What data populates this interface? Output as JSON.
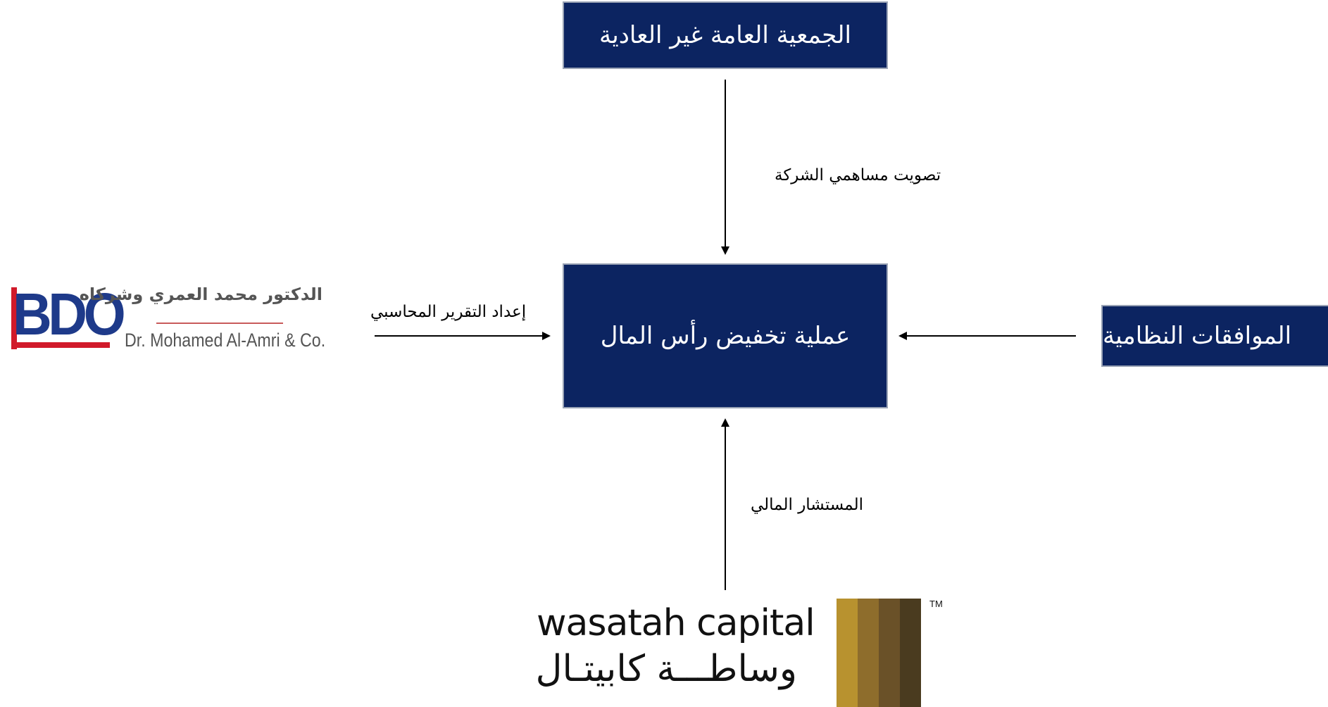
{
  "nodes": {
    "assembly": "الجمعية العامة غير العادية",
    "center": "عملية تخفيض رأس المال",
    "approvals": "الموافقات النظامية"
  },
  "edges": {
    "vote": "تصويت مساهمي الشركة",
    "accounting": "إعداد التقرير المحاسبي",
    "advisor": "المستشار المالي"
  },
  "logos": {
    "bdo": {
      "mark": "BDO",
      "arabic": "الدكتور محمد العمري وشركاه",
      "english": "Dr. Mohamed Al-Amri & Co."
    },
    "wasatah": {
      "english": "wasatah capital",
      "arabic": "وساطـــة كابيتـال",
      "tm": "TM",
      "stripe_colors": [
        "#b8922f",
        "#8e6d2c",
        "#6a5128",
        "#4a3b1f"
      ]
    }
  },
  "colors": {
    "box_fill": "#0c2461",
    "box_text": "#ffffff",
    "arrow": "#000000"
  }
}
